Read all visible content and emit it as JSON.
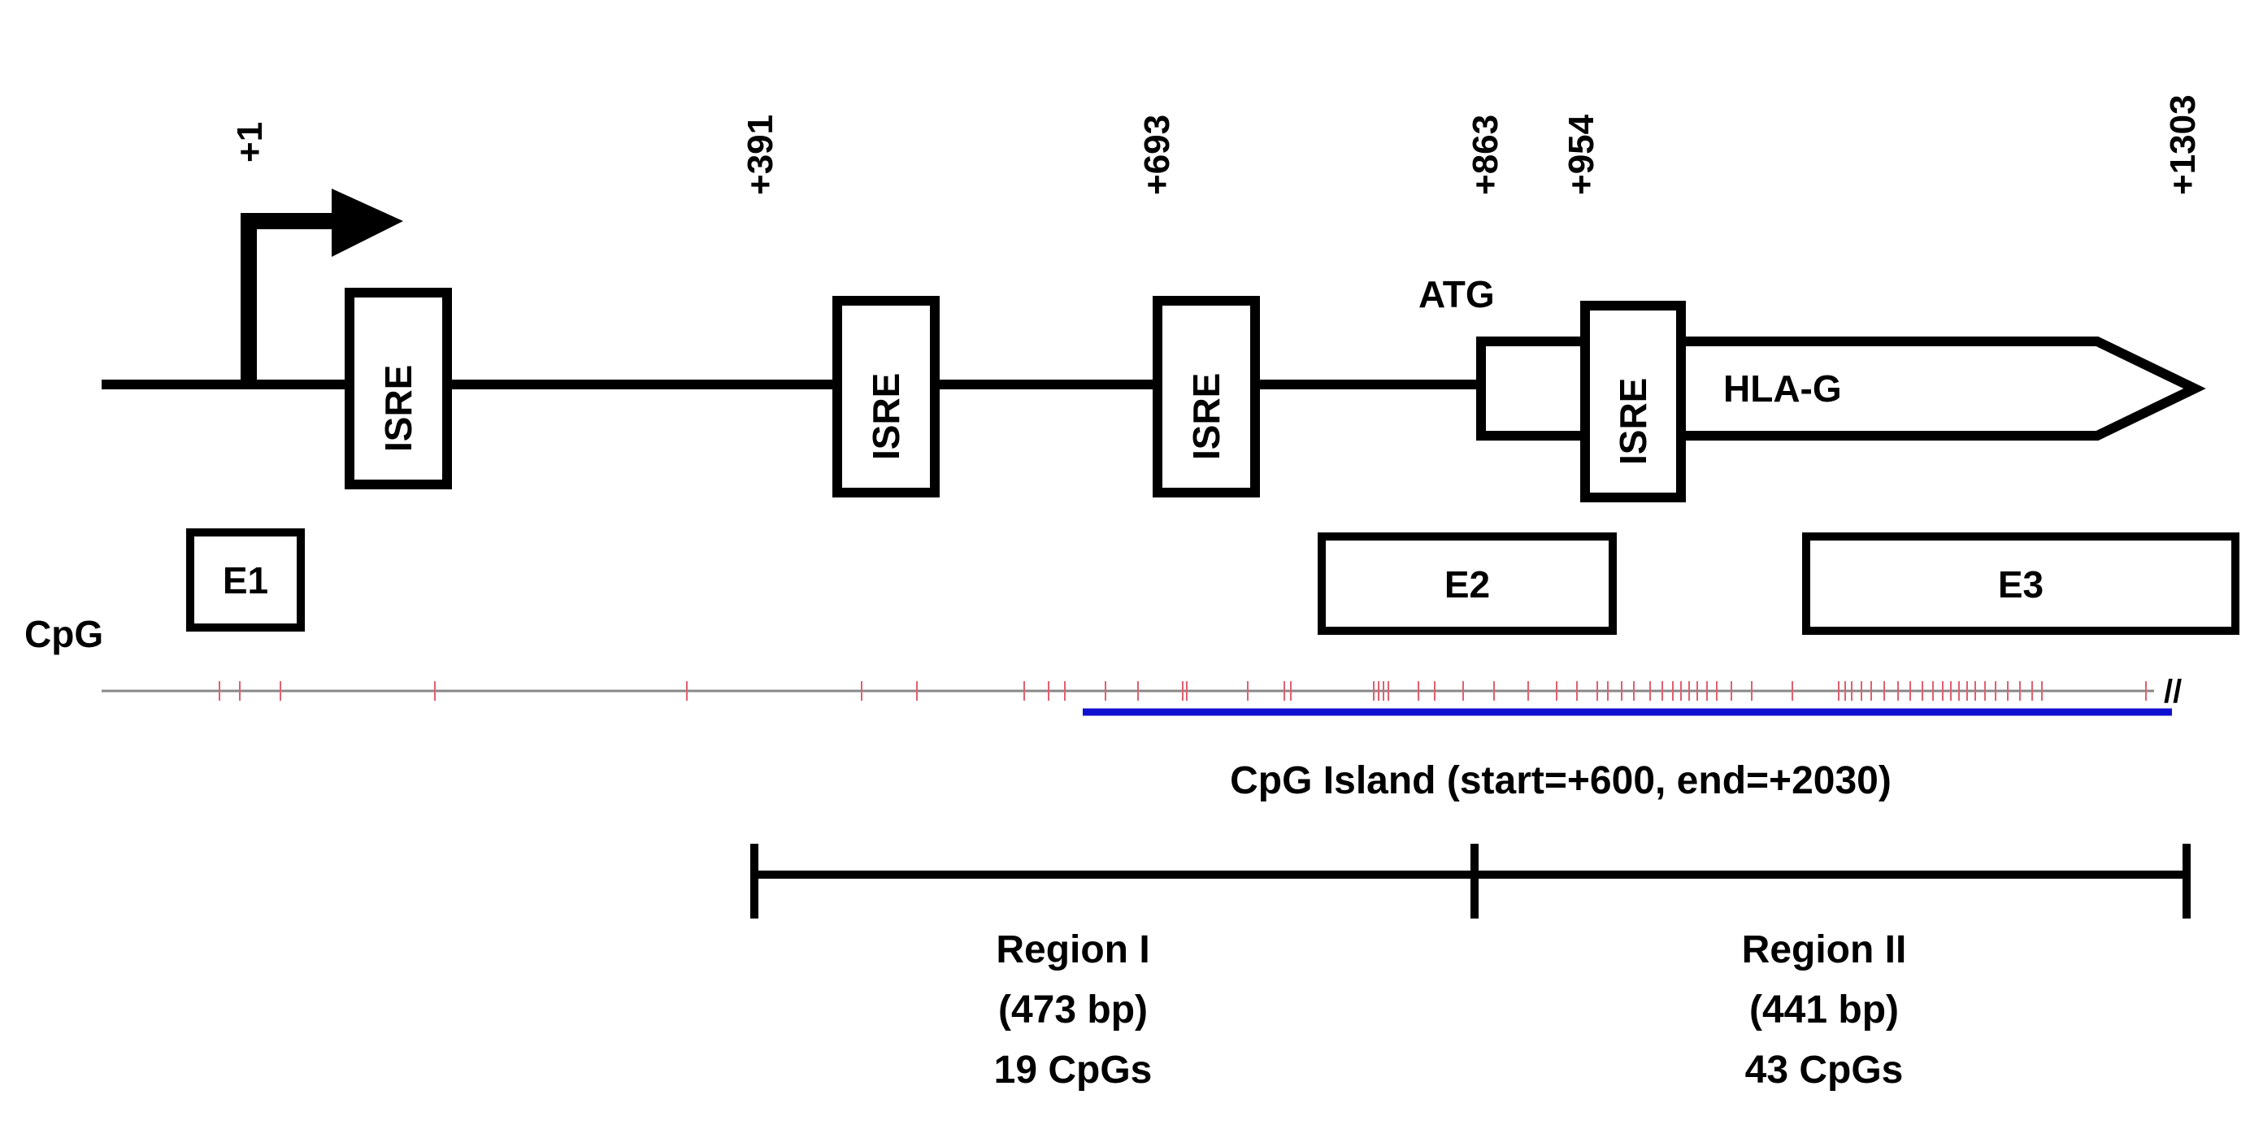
{
  "positions": {
    "p1": "+1",
    "p391": "+391",
    "p693": "+693",
    "p863": "+863",
    "p954": "+954",
    "p1303": "+1303"
  },
  "elements": {
    "isre_label": "ISRE",
    "atg_label": "ATG",
    "gene_label": "HLA-G",
    "e1_label": "E1",
    "e2_label": "E2",
    "e3_label": "E3",
    "cpg_label": "CpG",
    "break_mark": "//"
  },
  "cpg_island": {
    "label": "CpG Island (start=+600, end=+2030)"
  },
  "regions": [
    {
      "name": "Region I",
      "size": "(473 bp)",
      "cpgs": "19 CpGs"
    },
    {
      "name": "Region II",
      "size": "(441 bp)",
      "cpgs": "43 CpGs"
    }
  ],
  "colors": {
    "line": "#000000",
    "cpg_tick": "#e06070",
    "cpg_axis": "#888888",
    "island": "#1010d0"
  }
}
